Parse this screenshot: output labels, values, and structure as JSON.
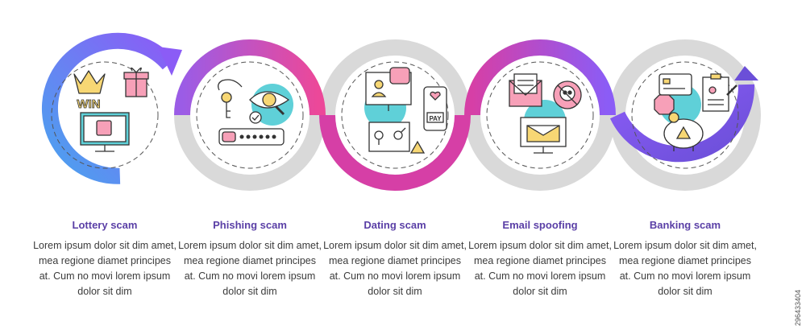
{
  "steps": [
    {
      "title": "Lottery scam",
      "body": "Lorem ipsum dolor sit dim amet, mea regione diamet principes at. Cum no movi lorem ipsum dolor sit dim",
      "icon": "lottery-monitor-icon",
      "win_text": "WIN"
    },
    {
      "title": "Phishing scam",
      "body": "Lorem ipsum dolor sit dim amet, mea regione diamet principes at. Cum no movi lorem ipsum dolor sit dim",
      "icon": "phishing-hook-eye-icon"
    },
    {
      "title": "Dating scam",
      "body": "Lorem ipsum dolor sit dim amet, mea regione diamet principes at. Cum no movi lorem ipsum dolor sit dim",
      "icon": "dating-phone-heart-icon",
      "pay_text": "PAY"
    },
    {
      "title": "Email spoofing",
      "body": "Lorem ipsum dolor sit dim amet, mea regione diamet principes at. Cum no movi lorem ipsum dolor sit dim",
      "icon": "email-skull-icon"
    },
    {
      "title": "Banking scam",
      "body": "Lorem ipsum dolor sit dim amet, mea regione diamet principes at. Cum no movi lorem ipsum dolor sit dim",
      "icon": "banking-piggy-icon"
    }
  ],
  "stock_id": "296433404",
  "colors": {
    "blue": "#4aa3ef",
    "purple": "#8b5cf6",
    "pink": "#ec4899",
    "magenta": "#d63fa6",
    "violet": "#7c4dd8",
    "grey": "#d9d9d9",
    "teal": "#5fd0d8",
    "title": "#5a3fa6",
    "body": "#3b3b3b",
    "yellow": "#f7d774"
  }
}
